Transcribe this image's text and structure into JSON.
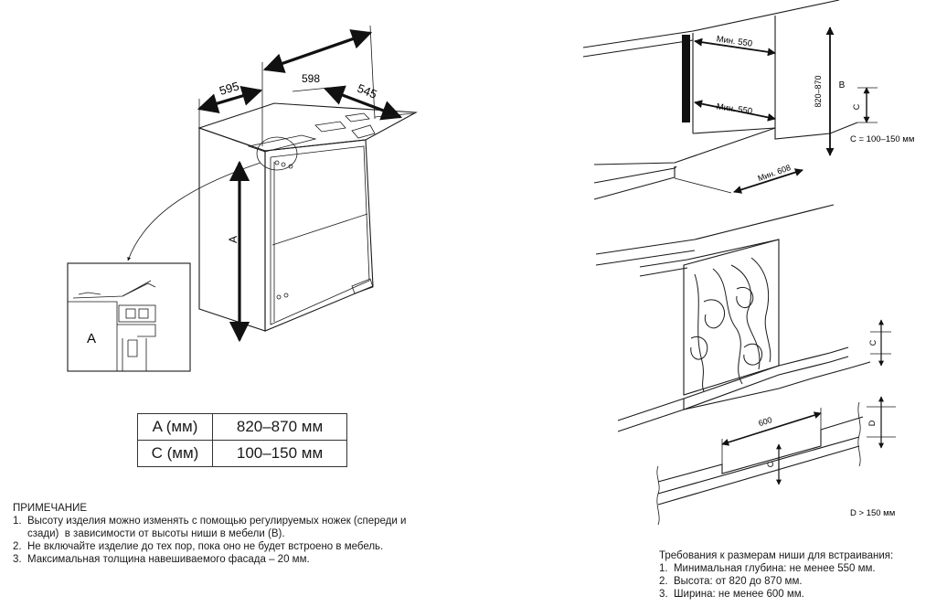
{
  "left_figure": {
    "dim_width_595": "595",
    "dim_width_598": "598",
    "dim_depth_545": "545",
    "dim_height_label": "A",
    "detail_label": "A"
  },
  "dim_table": {
    "rows": [
      {
        "label": "A (мм)",
        "value": "820–870 мм"
      },
      {
        "label": "C (мм)",
        "value": "100–150 мм"
      }
    ]
  },
  "notes": {
    "title": "ПРИМЕЧАНИЕ",
    "items": [
      "1.  Высоту изделия можно изменять с помощью регулируемых ножек (спереди и",
      "     сзади)  в зависимости от высоты ниши в мебели (B).",
      "2.  Не включайте изделие до тех пор, пока оно не будет встроено в мебель.",
      "3.  Максимальная толщина навешиваемого фасада – 20 мм."
    ]
  },
  "right_top": {
    "min_depth_top": "Мин. 550",
    "min_depth_bottom": "Мин. 550",
    "min_width": "Мин. 608",
    "height_range": "820–870",
    "label_b": "B",
    "label_c": "C",
    "c_range": "C = 100–150 мм"
  },
  "right_bottom": {
    "label_c_upper": "C",
    "label_c_lower": "C",
    "label_d": "D",
    "width_600": "600",
    "d_condition": "D > 150 мм"
  },
  "requirements": {
    "title": "Требования к размерам ниши для встраивания:",
    "items": [
      "1.  Минимальная глубина: не менее 550 мм.",
      "2.  Высота: от 820 до 870 мм.",
      "3.  Ширина: не менее 600 мм."
    ]
  }
}
